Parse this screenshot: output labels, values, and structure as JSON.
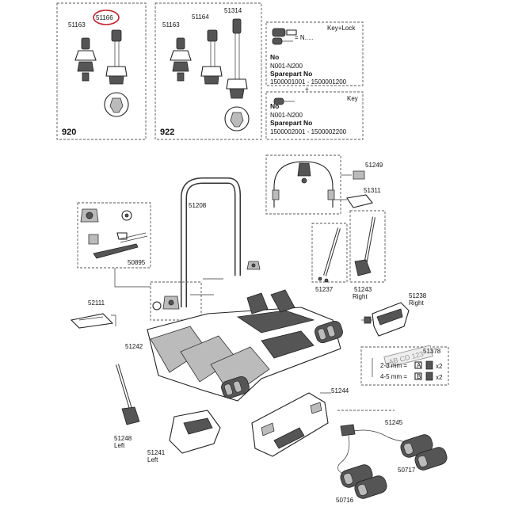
{
  "kits": {
    "k920": {
      "label": "920",
      "parts": [
        "51163",
        "51166"
      ]
    },
    "k922": {
      "label": "922",
      "parts": [
        "51163",
        "51164",
        "51314"
      ]
    }
  },
  "keylock": {
    "title": "Key+Lock",
    "eq": "= N.....",
    "no1": "No",
    "range1": "N001-N200",
    "spare1": "Sparepart No",
    "nums1": "1500001001 - 1500001200",
    "plus": "+",
    "key_title": "Key",
    "no2": "No",
    "range2": "N001-N200",
    "spare2": "Sparepart No",
    "nums2": "1500002001 - 1500002200"
  },
  "parts": {
    "p51249": "51249",
    "p51311": "51311",
    "p51208": "51208",
    "p50895": "50895",
    "p51237": "51237",
    "p51243": "51243",
    "p51243_side": "Right",
    "p51238": "51238",
    "p51238_side": "Right",
    "p52111": "52111",
    "p51378": "51378",
    "p51242": "51242",
    "p51244": "51244",
    "p51248": "51248",
    "p51248_side": "Left",
    "p51241": "51241",
    "p51241_side": "Left",
    "p51245": "51245",
    "p50717": "50717",
    "p50716": "50716"
  },
  "plate": {
    "text": "AB CD 123",
    "row1": "2-3 mm =",
    "row1_key": "A",
    "row1_mult": "x2",
    "row2": "4-5 mm =",
    "row2_key": "B",
    "row2_mult": "x2"
  },
  "colors": {
    "highlight": "#c0202a",
    "line": "#333333",
    "fill_dark": "#555555"
  }
}
